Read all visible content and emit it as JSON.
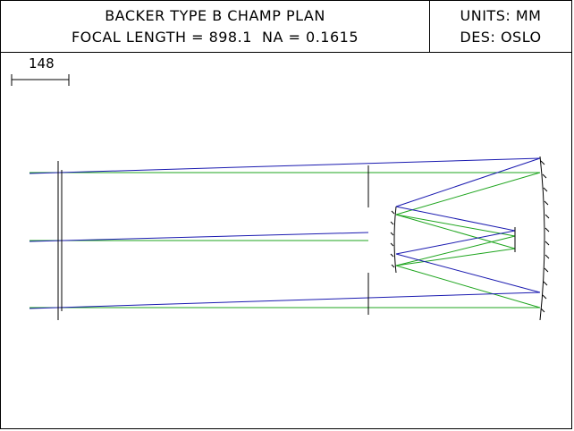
{
  "header": {
    "title_line1": "BACKER TYPE B CHAMP PLAN",
    "title_line2": "FOCAL LENGTH = 898.1  NA = 0.1615",
    "units": "UNITS: MM",
    "designer": "DES: OSLO"
  },
  "scale_bar": {
    "label": "148"
  },
  "colors": {
    "frame": "#000000",
    "optics": "#000000",
    "ray_blue": "#1a1ab0",
    "ray_green": "#1fa51f"
  }
}
